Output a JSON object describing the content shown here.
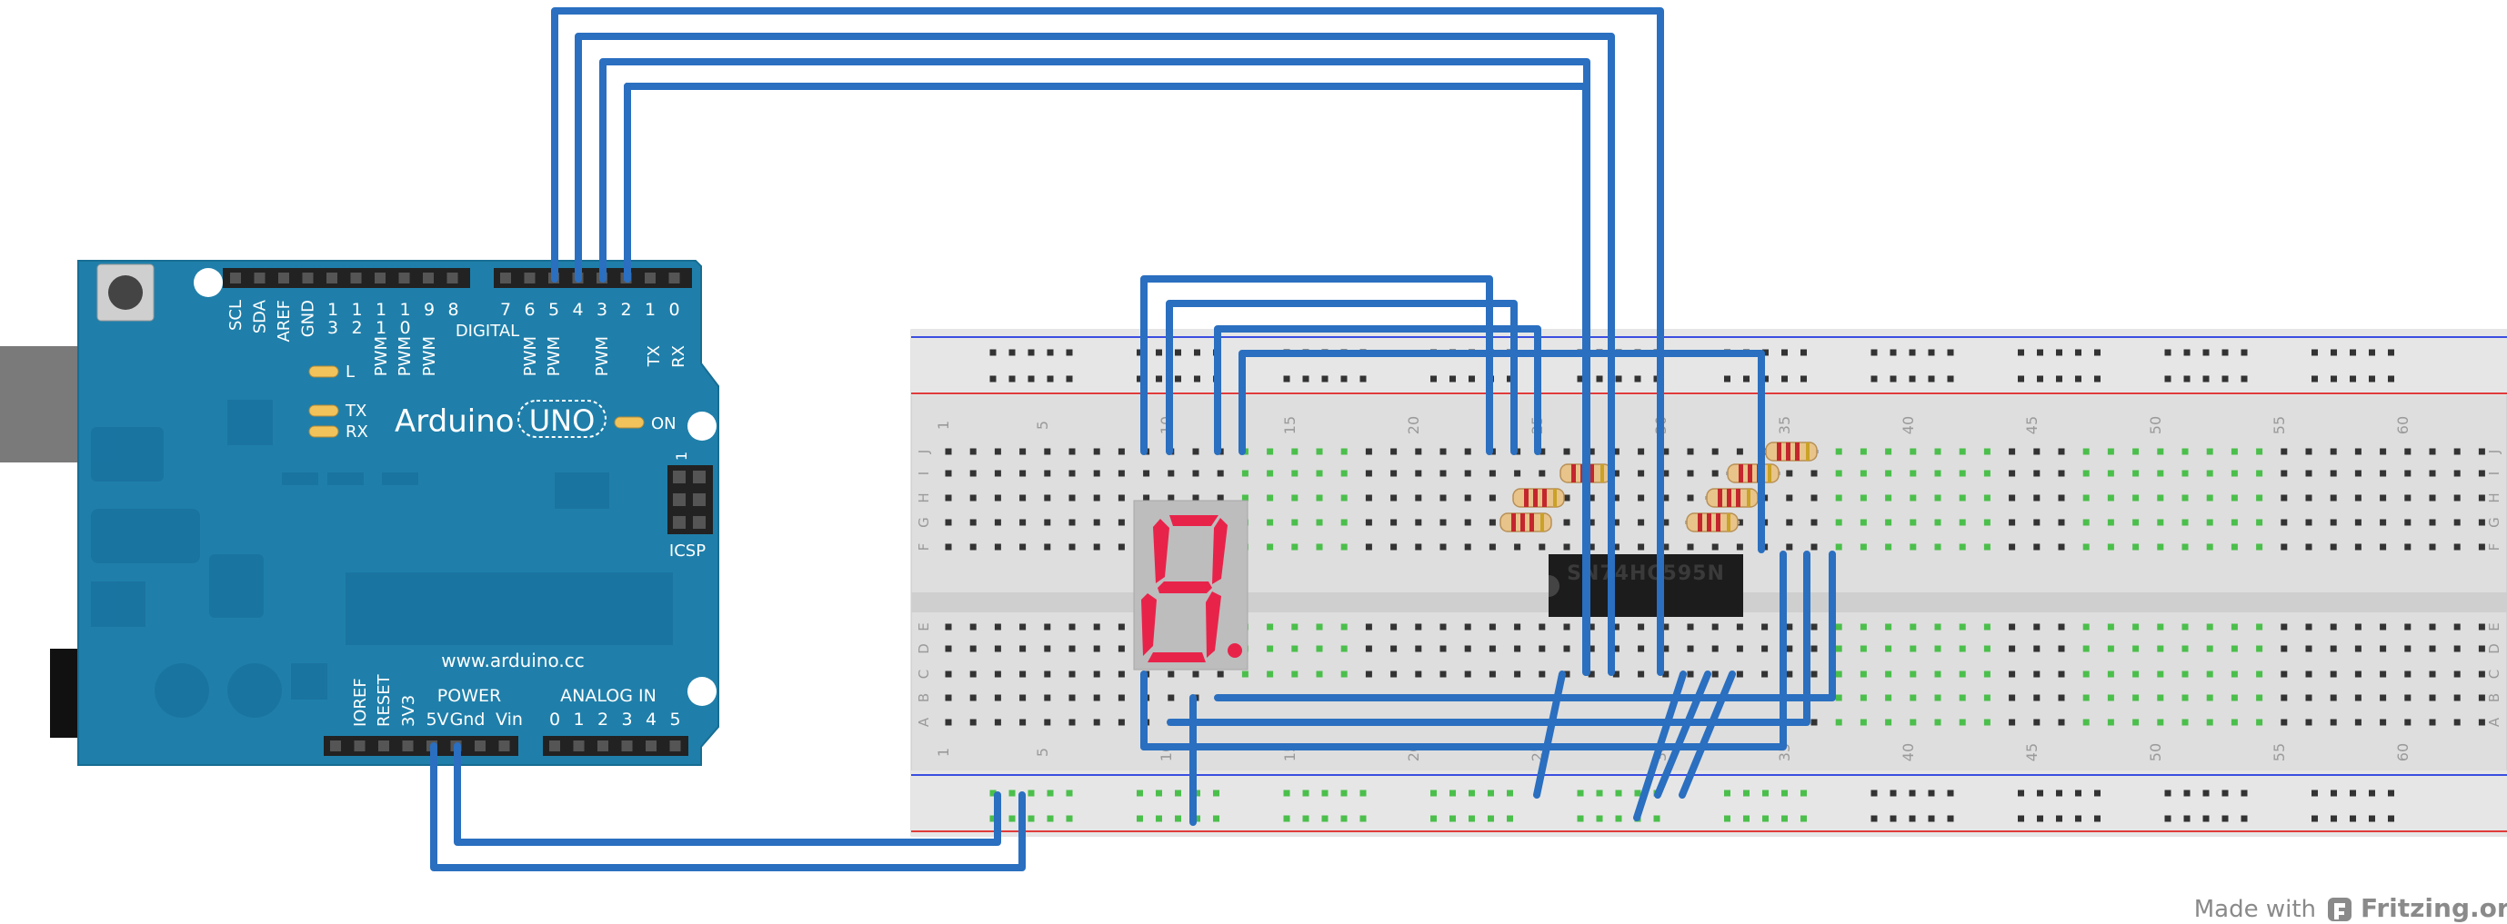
{
  "arduino": {
    "brand": "Arduino",
    "model": "UNO",
    "website": "www.arduino.cc",
    "on_label": "ON",
    "led_l": "L",
    "led_tx": "TX",
    "led_rx": "RX",
    "icsp_label": "ICSP",
    "icsp_pin1": "1",
    "digital_label": "DIGITAL",
    "power_label": "POWER",
    "analog_label": "ANALOG IN",
    "top_labels": [
      "SCL",
      "SDA",
      "AREF",
      "GND"
    ],
    "digital_high_numbers": [
      "1\n3",
      "1\n2",
      "1\n1",
      "1\n0",
      "9",
      "8"
    ],
    "digital_low_numbers": [
      "7",
      "6",
      "5",
      "4",
      "3",
      "2",
      "1",
      "0"
    ],
    "pwm_label": "PWM",
    "tx_pin": "TX",
    "rx_pin": "RX",
    "power_pins": [
      "IOREF",
      "RESET",
      "3V3",
      "5V",
      "Gnd",
      "Vin"
    ],
    "analog_pins": [
      "0",
      "1",
      "2",
      "3",
      "4",
      "5"
    ],
    "colors": {
      "board": "#1f7faa",
      "board_dark": "#156a90",
      "header": "#222222",
      "usb": "#777777",
      "jack": "#111111"
    }
  },
  "breadboard": {
    "column_numbers": [
      "1",
      "5",
      "10",
      "15",
      "20",
      "25",
      "30",
      "35",
      "40",
      "45",
      "50",
      "55",
      "60"
    ],
    "row_letters_top": [
      "J",
      "I",
      "H",
      "G",
      "F"
    ],
    "row_letters_bottom": [
      "E",
      "D",
      "C",
      "B",
      "A"
    ],
    "colors": {
      "body": "#dcdcdc",
      "rail_red": "#e03b3b",
      "rail_blue": "#3b4ee0",
      "hole": "#333333",
      "hole_active": "#4bbf4b"
    }
  },
  "ic": {
    "label": "SN74HC595N",
    "color": "#1a1a1a"
  },
  "seven_segment": {
    "digit": "8.",
    "color": "#e8234a",
    "body": "#b9b9b9"
  },
  "wire_color": "#2a6fc0",
  "watermark": {
    "prefix": "Made with",
    "brand": "Fritzing.org"
  }
}
